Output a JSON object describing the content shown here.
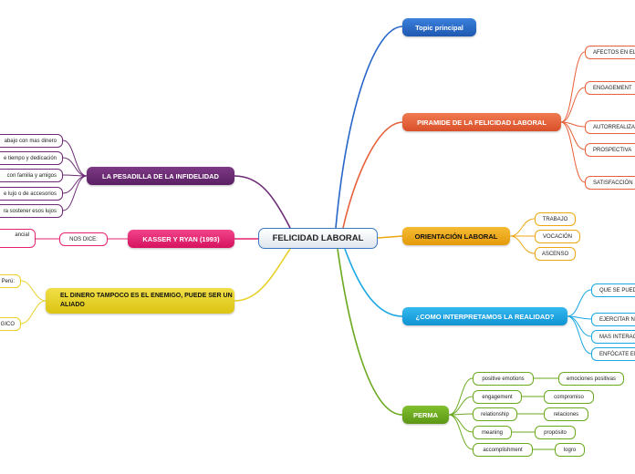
{
  "central": "FELICIDAD LABORAL",
  "topic_principal": "Topic principal",
  "piramide": {
    "label": "PIRAMIDE DE LA FELICIDAD LABORAL",
    "children": [
      "AFECTOS EN EL TRABAJO",
      "ENGAGEMENT",
      "AUTORREALIZACIÓN",
      "PROSPECTIVA",
      "SATISFACCIÓN"
    ]
  },
  "orientacion": {
    "label": "ORIENTACIÓN LABORAL",
    "children": [
      "TRABAJO",
      "VOCACIÓN",
      "ASCENSO"
    ]
  },
  "interpretamos": {
    "label": "¿COMO INTERPRETAMOS LA REALIDAD?",
    "children": [
      "QUE SE PUEDE",
      "EJERCITAR NO",
      "MAS INTERAC",
      "ENFÓCATE EN"
    ]
  },
  "perma": {
    "label": "PERMA",
    "pairs": [
      {
        "en": "positive emotions",
        "es": "emociones positivas"
      },
      {
        "en": "engagement",
        "es": "compromiso"
      },
      {
        "en": "relationship",
        "es": "relaciones"
      },
      {
        "en": "meaning",
        "es": "propósito"
      },
      {
        "en": "accomplishment",
        "es": "logro"
      }
    ]
  },
  "pesadilla": {
    "label": "LA PESADILLA DE LA INFIDELIDAD",
    "children": [
      "abajo con mas dinero",
      "e tiempo y dedicación",
      "con familia y amigos",
      "e lujo o de accesorios",
      "ra sostener esos lujos"
    ]
  },
  "kasser": {
    "label": "KASSER Y RYAN (1993)",
    "nos_dice": "NOS DICE:",
    "child": "ancial"
  },
  "dinero": {
    "label": "EL DINERO TAMPOCO ES EL ENEMIGO, PUEDE SER UN ALIADO",
    "children": [
      "Perú:",
      "GICO"
    ]
  },
  "colors": {
    "blue_dark": "#2766c9",
    "orange": "#e8603a",
    "gold": "#eda712",
    "cyan": "#1aa7e3",
    "green": "#6aaa1e",
    "purple": "#6c2a74",
    "pink": "#e5226f",
    "yellow": "#e8d12a"
  }
}
